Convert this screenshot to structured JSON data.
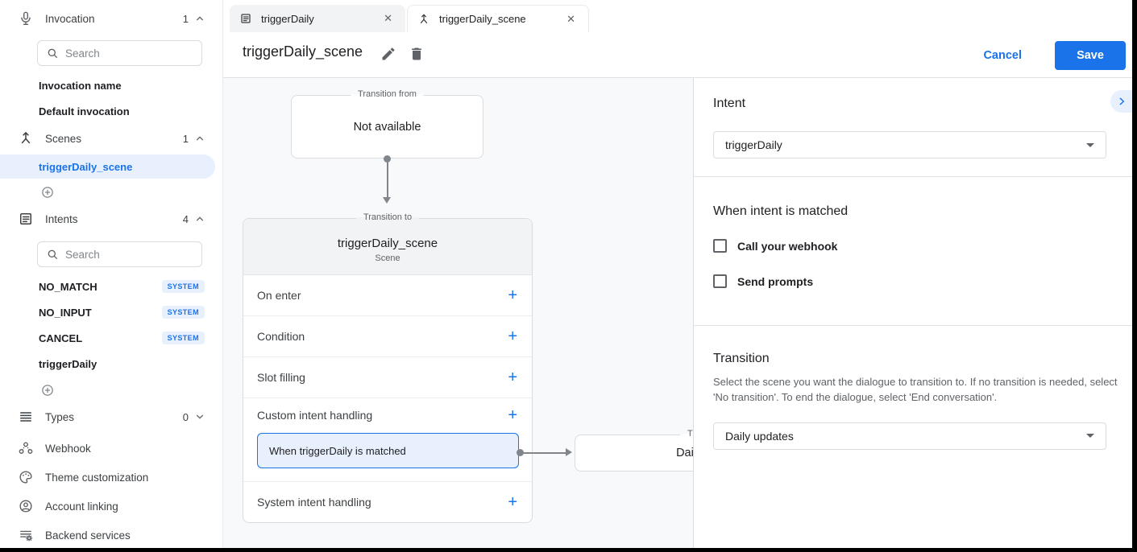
{
  "glyphs": {
    "close": "✕",
    "add": "+"
  },
  "sidebar": {
    "invocation": {
      "label": "Invocation",
      "count": "1",
      "search_placeholder": "Search",
      "items": [
        {
          "label": "Invocation name"
        },
        {
          "label": "Default invocation"
        }
      ]
    },
    "scenes": {
      "label": "Scenes",
      "count": "1",
      "selected_item": "triggerDaily_scene"
    },
    "intents": {
      "label": "Intents",
      "count": "4",
      "search_placeholder": "Search",
      "items": [
        {
          "label": "NO_MATCH",
          "badge": "SYSTEM"
        },
        {
          "label": "NO_INPUT",
          "badge": "SYSTEM"
        },
        {
          "label": "CANCEL",
          "badge": "SYSTEM"
        },
        {
          "label": "triggerDaily"
        }
      ]
    },
    "types": {
      "label": "Types",
      "count": "0"
    },
    "links": [
      {
        "label": "Webhook"
      },
      {
        "label": "Theme customization"
      },
      {
        "label": "Account linking"
      },
      {
        "label": "Backend services"
      }
    ]
  },
  "tabs": [
    {
      "label": "triggerDaily"
    },
    {
      "label": "triggerDaily_scene"
    }
  ],
  "header": {
    "title": "triggerDaily_scene",
    "cancel_label": "Cancel",
    "save_label": "Save"
  },
  "canvas": {
    "transition_from": {
      "legend": "Transition from",
      "text": "Not available"
    },
    "scene_card": {
      "legend": "Transition to",
      "title": "triggerDaily_scene",
      "subtitle": "Scene",
      "rows": [
        {
          "label": "On enter"
        },
        {
          "label": "Condition"
        },
        {
          "label": "Slot filling"
        },
        {
          "label": "Custom intent handling"
        }
      ],
      "custom_item": "When triggerDaily is matched",
      "system_row": "System intent handling"
    },
    "target_box": {
      "legend": "Transition to",
      "text": "Daily updates"
    }
  },
  "panel": {
    "intent": {
      "heading": "Intent",
      "value": "triggerDaily"
    },
    "matched": {
      "heading": "When intent is matched",
      "options": [
        {
          "label": "Call your webhook"
        },
        {
          "label": "Send prompts"
        }
      ]
    },
    "transition": {
      "heading": "Transition",
      "description": "Select the scene you want the dialogue to transition to. If no transition is needed, select 'No transition'. To end the dialogue, select 'End conversation'.",
      "value": "Daily updates"
    }
  }
}
